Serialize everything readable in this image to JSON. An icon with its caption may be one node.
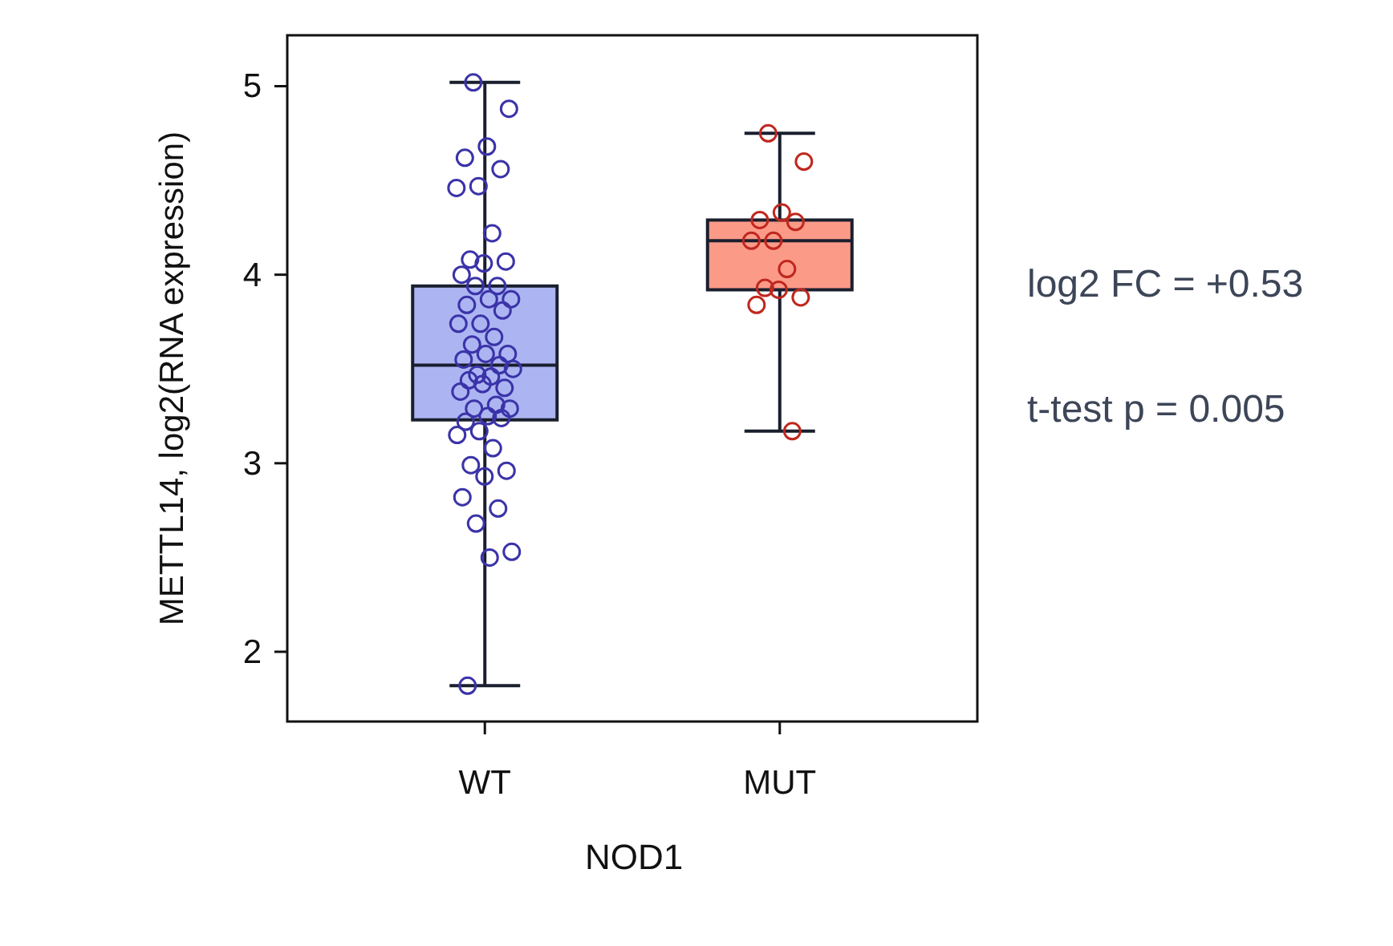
{
  "diagram": {
    "labels": [
      "log2 FC = +0.53",
      "t-test p = 0.005"
    ],
    "chart_data": {
      "type": "scatter",
      "xlabel": "NOD1",
      "ylabel": "METTL14, log2(RNA expression)",
      "categories": [
        "WT",
        "MUT"
      ],
      "ylim": [
        1.63,
        5.27
      ],
      "yticks": [
        2,
        3,
        4,
        5
      ],
      "series": [
        {
          "colors": [
            "#3b33a8",
            "#c0271e"
          ],
          "values": [
            5.02,
            4.75
          ]
        },
        {
          "colors": [
            "#3b33a8",
            "#c0271e"
          ],
          "values": [
            4.88,
            4.6
          ]
        },
        {
          "colors": [
            "#3b33a8",
            "#c0271e"
          ],
          "values": [
            4.68,
            4.33
          ]
        },
        {
          "colors": [
            "#3b33a8",
            "#c0271e"
          ],
          "values": [
            4.62,
            4.29
          ]
        },
        {
          "colors": [
            "#3b33a8",
            "#c0271e"
          ],
          "values": [
            4.56,
            4.28
          ]
        },
        {
          "colors": [
            "#3b33a8",
            "#c0271e"
          ],
          "values": [
            4.47,
            4.18
          ]
        },
        {
          "colors": [
            "#3b33a8",
            "#c0271e"
          ],
          "values": [
            4.46,
            4.18
          ]
        },
        {
          "colors": [
            "#3b33a8",
            "#c0271e"
          ],
          "values": [
            4.22,
            4.03
          ]
        },
        {
          "colors": [
            "#3b33a8",
            "#c0271e"
          ],
          "values": [
            4.08,
            3.93
          ]
        },
        {
          "colors": [
            "#3b33a8",
            "#c0271e"
          ],
          "values": [
            4.07,
            3.88
          ]
        },
        {
          "colors": [
            "#3b33a8",
            "#c0271e"
          ],
          "values": [
            4.06,
            3.92
          ]
        },
        {
          "colors": [
            "#3b33a8",
            "#c0271e"
          ],
          "values": [
            4.0,
            3.84
          ]
        },
        {
          "colors": [
            "#3b33a8",
            "#c0271e"
          ],
          "values": [
            3.94,
            3.17
          ]
        },
        {
          "color": "#3b33a8",
          "values": [
            3.94,
            null
          ]
        },
        {
          "color": "#3b33a8",
          "values": [
            3.87,
            null
          ]
        },
        {
          "color": "#3b33a8",
          "values": [
            3.87,
            null
          ]
        },
        {
          "color": "#3b33a8",
          "values": [
            3.84,
            null
          ]
        },
        {
          "color": "#3b33a8",
          "values": [
            3.81,
            null
          ]
        },
        {
          "color": "#3b33a8",
          "values": [
            3.74,
            null
          ]
        },
        {
          "color": "#3b33a8",
          "values": [
            3.74,
            null
          ]
        },
        {
          "color": "#3b33a8",
          "values": [
            3.67,
            null
          ]
        },
        {
          "color": "#3b33a8",
          "values": [
            3.63,
            null
          ]
        },
        {
          "color": "#3b33a8",
          "values": [
            3.58,
            null
          ]
        },
        {
          "color": "#3b33a8",
          "values": [
            3.58,
            null
          ]
        },
        {
          "color": "#3b33a8",
          "values": [
            3.55,
            null
          ]
        },
        {
          "color": "#3b33a8",
          "values": [
            3.52,
            null
          ]
        },
        {
          "color": "#3b33a8",
          "values": [
            3.47,
            null
          ]
        },
        {
          "color": "#3b33a8",
          "values": [
            3.5,
            null
          ]
        },
        {
          "color": "#3b33a8",
          "values": [
            3.46,
            null
          ]
        },
        {
          "color": "#3b33a8",
          "values": [
            3.44,
            null
          ]
        },
        {
          "color": "#3b33a8",
          "values": [
            3.4,
            null
          ]
        },
        {
          "color": "#3b33a8",
          "values": [
            3.42,
            null
          ]
        },
        {
          "color": "#3b33a8",
          "values": [
            3.38,
            null
          ]
        },
        {
          "color": "#3b33a8",
          "values": [
            3.31,
            null
          ]
        },
        {
          "color": "#3b33a8",
          "values": [
            3.29,
            null
          ]
        },
        {
          "color": "#3b33a8",
          "values": [
            3.29,
            null
          ]
        },
        {
          "color": "#3b33a8",
          "values": [
            3.25,
            null
          ]
        },
        {
          "color": "#3b33a8",
          "values": [
            3.22,
            null
          ]
        },
        {
          "color": "#3b33a8",
          "values": [
            3.24,
            null
          ]
        },
        {
          "color": "#3b33a8",
          "values": [
            3.17,
            null
          ]
        },
        {
          "color": "#3b33a8",
          "values": [
            3.15,
            null
          ]
        },
        {
          "color": "#3b33a8",
          "values": [
            3.08,
            null
          ]
        },
        {
          "color": "#3b33a8",
          "values": [
            2.99,
            null
          ]
        },
        {
          "color": "#3b33a8",
          "values": [
            2.96,
            null
          ]
        },
        {
          "color": "#3b33a8",
          "values": [
            2.93,
            null
          ]
        },
        {
          "color": "#3b33a8",
          "values": [
            2.82,
            null
          ]
        },
        {
          "color": "#3b33a8",
          "values": [
            2.76,
            null
          ]
        },
        {
          "color": "#3b33a8",
          "values": [
            2.68,
            null
          ]
        },
        {
          "color": "#3b33a8",
          "values": [
            2.53,
            null
          ]
        },
        {
          "color": "#3b33a8",
          "values": [
            2.5,
            null
          ]
        },
        {
          "color": "#3b33a8",
          "values": [
            1.82,
            null
          ]
        }
      ]
    }
  }
}
